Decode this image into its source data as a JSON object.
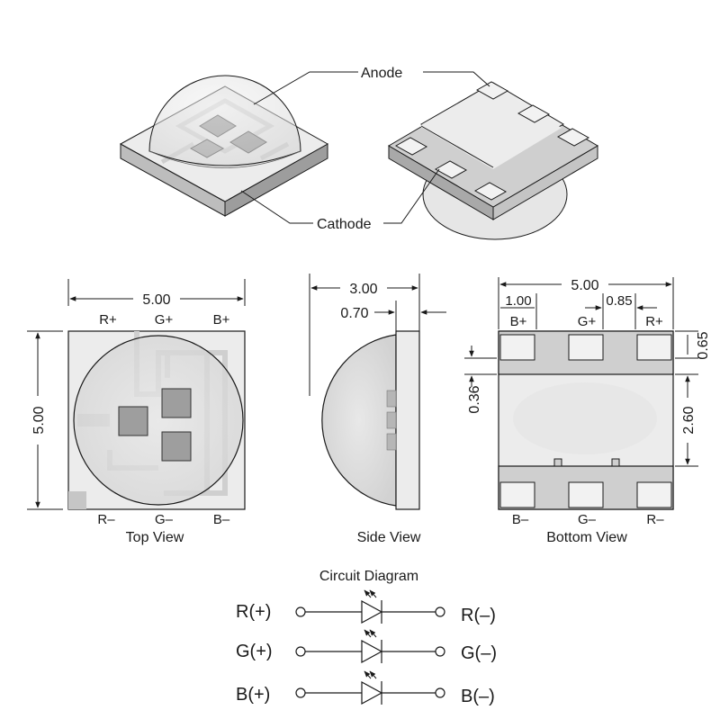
{
  "iso": {
    "anode_label": "Anode",
    "cathode_label": "Cathode"
  },
  "top_view": {
    "caption": "Top View",
    "width_dim": "5.00",
    "height_dim": "5.00",
    "top_pins": [
      "R+",
      "G+",
      "B+"
    ],
    "bottom_pins": [
      "R–",
      "G–",
      "B–"
    ]
  },
  "side_view": {
    "caption": "Side View",
    "total_dim": "3.00",
    "base_dim": "0.70"
  },
  "bottom_view": {
    "caption": "Bottom View",
    "width_dim": "5.00",
    "pad_dim": "1.00",
    "gap_dim": "0.85",
    "pad_height_dim": "0.65",
    "gap_height_dim": "0.36",
    "center_dim": "2.60",
    "top_pins": [
      "B+",
      "G+",
      "R+"
    ],
    "bottom_pins": [
      "B–",
      "G–",
      "R–"
    ]
  },
  "circuit": {
    "title": "Circuit Diagram",
    "rows": [
      {
        "left": "R(+)",
        "right": "R(–)"
      },
      {
        "left": "G(+)",
        "right": "G(–)"
      },
      {
        "left": "B(+)",
        "right": "B(–)"
      }
    ]
  },
  "colors": {
    "body": "#ececec",
    "pad": "#cfcfcf",
    "dome": "#e2e2e2",
    "outline": "#1a1a1a"
  }
}
